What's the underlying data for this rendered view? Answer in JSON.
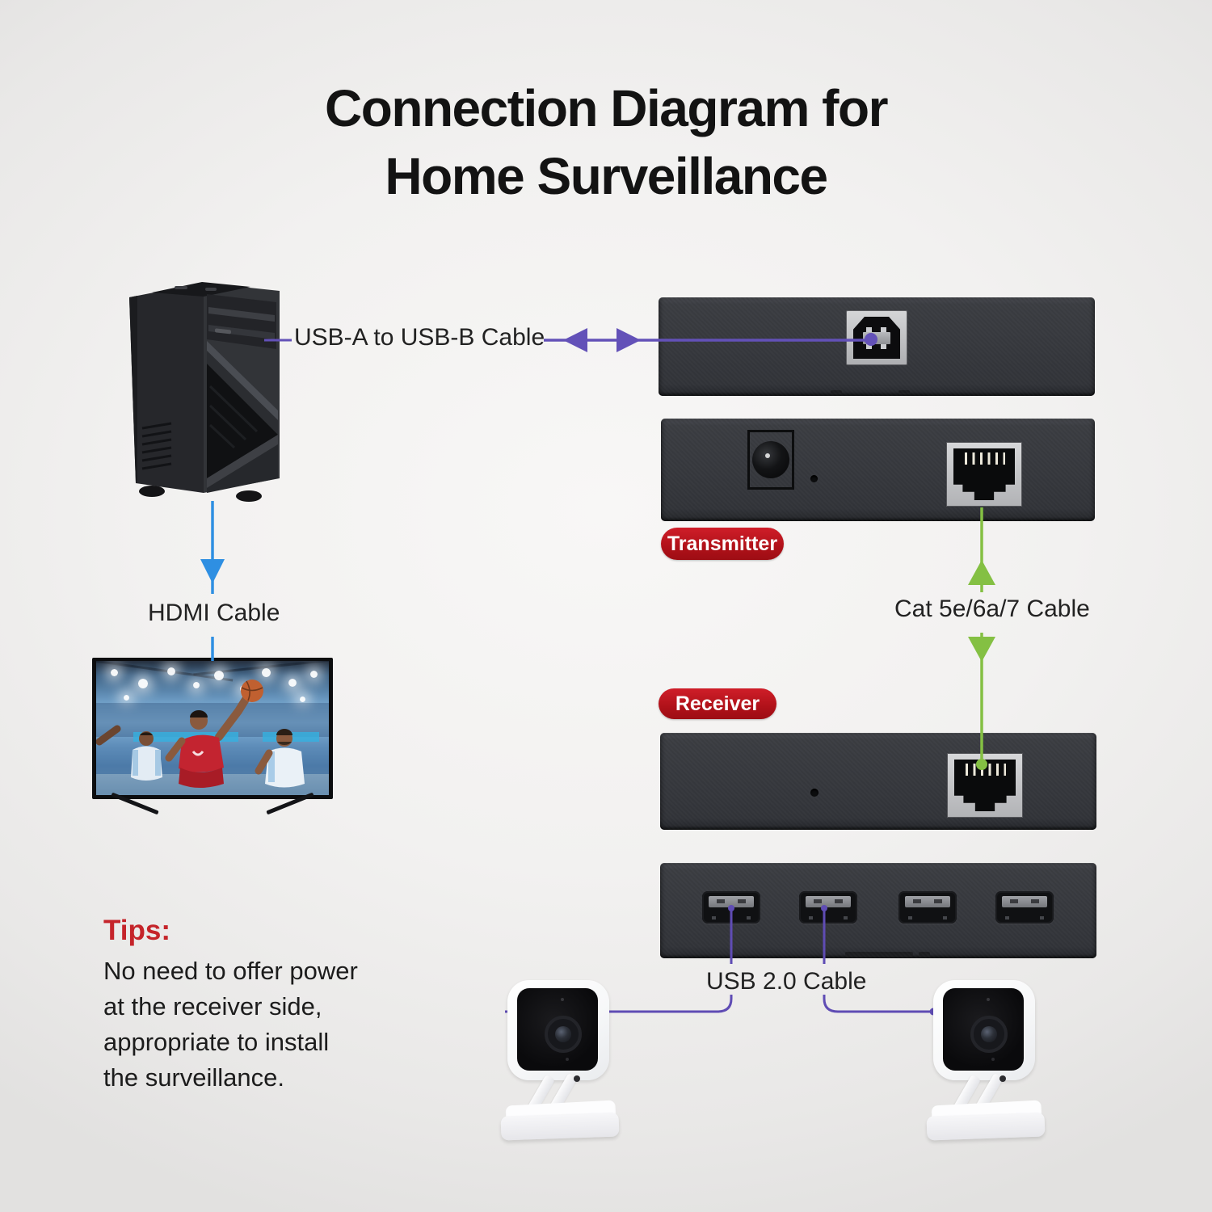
{
  "title": {
    "line1": "Connection Diagram for",
    "line2": "Home Surveillance"
  },
  "connections": {
    "usb_ab_label": "USB-A to USB-B Cable",
    "hdmi_label": "HDMI Cable",
    "cat_label": "Cat 5e/6a/7 Cable",
    "usb20_label": "USB 2.0 Cable"
  },
  "badges": {
    "transmitter": "Transmitter",
    "receiver": "Receiver"
  },
  "tips": {
    "heading": "Tips:",
    "lines": [
      "No need to offer power",
      "at the receiver side,",
      "appropriate to install",
      "the surveillance."
    ]
  },
  "colors": {
    "usb_cable_purple": "#6351b8",
    "cat_cable_green": "#84c043",
    "hdmi_cable_blue": "#2e8fe2",
    "badge_red": "#b01119",
    "tips_red": "#c5242a",
    "device_body": "#3a3c41",
    "background": "#efeeee"
  },
  "icons": {
    "pc": "pc-tower-icon",
    "tv": "tv-screen-basketball-image",
    "camera": "security-camera-icon"
  }
}
